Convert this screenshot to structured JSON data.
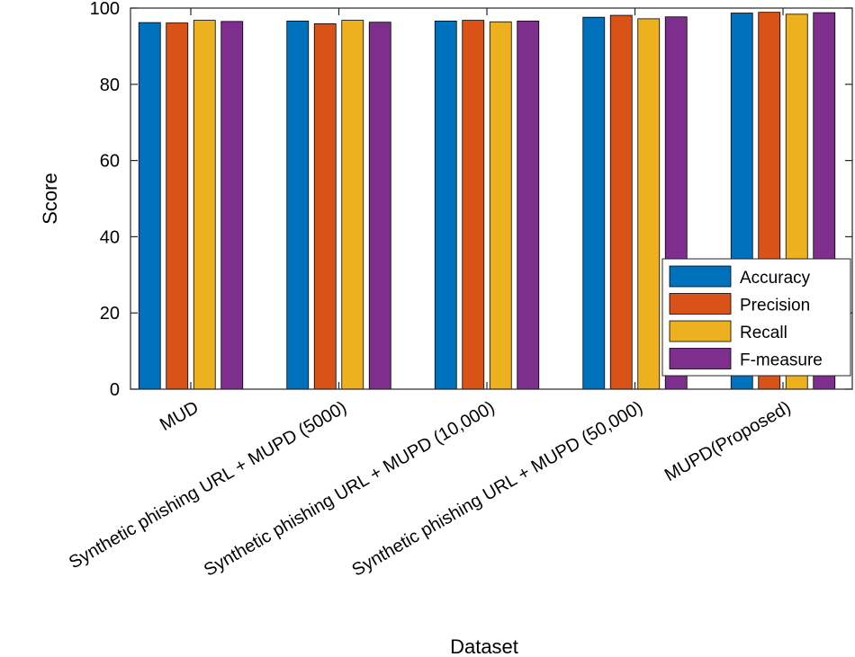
{
  "chart_data": {
    "type": "bar",
    "title": "",
    "xlabel": "Dataset",
    "ylabel": "Score",
    "ylim": [
      0,
      100
    ],
    "yticks": [
      0,
      20,
      40,
      60,
      80,
      100
    ],
    "grid": false,
    "legend_position": "bottom-right",
    "categories": [
      "MUD",
      "Synthetic phishing URL + MUPD (5000)",
      "Synthetic phishing URL + MUPD (10,000)",
      "Synthetic phishing URL + MUPD (50,000)",
      "MUPD(Proposed)"
    ],
    "series": [
      {
        "name": "Accuracy",
        "color": "#0072BD",
        "values": [
          96.2,
          96.6,
          96.6,
          97.6,
          98.7
        ]
      },
      {
        "name": "Precision",
        "color": "#D95319",
        "values": [
          96.1,
          95.9,
          96.8,
          98.1,
          98.9
        ]
      },
      {
        "name": "Recall",
        "color": "#EDB120",
        "values": [
          96.8,
          96.8,
          96.4,
          97.2,
          98.4
        ]
      },
      {
        "name": "F-measure",
        "color": "#7E2F8E",
        "values": [
          96.5,
          96.3,
          96.6,
          97.7,
          98.8
        ]
      }
    ]
  }
}
